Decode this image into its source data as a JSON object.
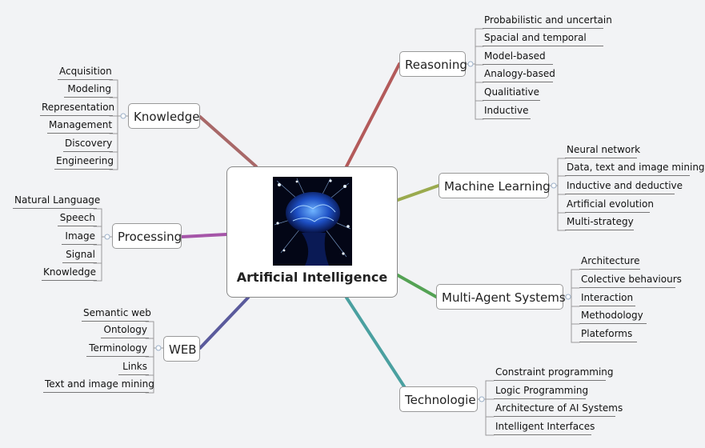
{
  "center": {
    "title": "Artificial Intelligence",
    "image": "glowing-brain-illustration"
  },
  "branches": {
    "reasoning": {
      "label": "Reasoning",
      "color": "#b35a5a",
      "items": [
        "Probabilistic and uncertain",
        "Spacial and temporal",
        "Model-based",
        "Analogy-based",
        "Qualitiative",
        "Inductive"
      ]
    },
    "knowledge": {
      "label": "Knowledge",
      "color": "#a86868",
      "items": [
        "Acquisition",
        "Modeling",
        "Representation",
        "Management",
        "Discovery",
        "Engineering"
      ]
    },
    "machine_learning": {
      "label": "Machine Learning",
      "color": "#9aaa4e",
      "items": [
        "Neural network",
        "Data, text and image mining",
        "Inductive and deductive",
        "Artificial evolution",
        "Multi-strategy"
      ]
    },
    "processing": {
      "label": "Processing",
      "color": "#a555a8",
      "items": [
        "Natural Language",
        "Speech",
        "Image",
        "Signal",
        "Knowledge"
      ]
    },
    "multi_agent": {
      "label": "Multi-Agent Systems",
      "color": "#54a254",
      "items": [
        "Architecture",
        "Colective behaviours",
        "Interaction",
        "Methodology",
        "Plateforms"
      ]
    },
    "web": {
      "label": "WEB",
      "color": "#5a5a9c",
      "items": [
        "Semantic web",
        "Ontology",
        "Terminology",
        "Links",
        "Text and image mining"
      ]
    },
    "technologie": {
      "label": "Technologie",
      "color": "#4aa0a0",
      "items": [
        "Constraint programming",
        "Logic Programming",
        "Architecture of AI Systems",
        "Intelligent Interfaces"
      ]
    }
  }
}
